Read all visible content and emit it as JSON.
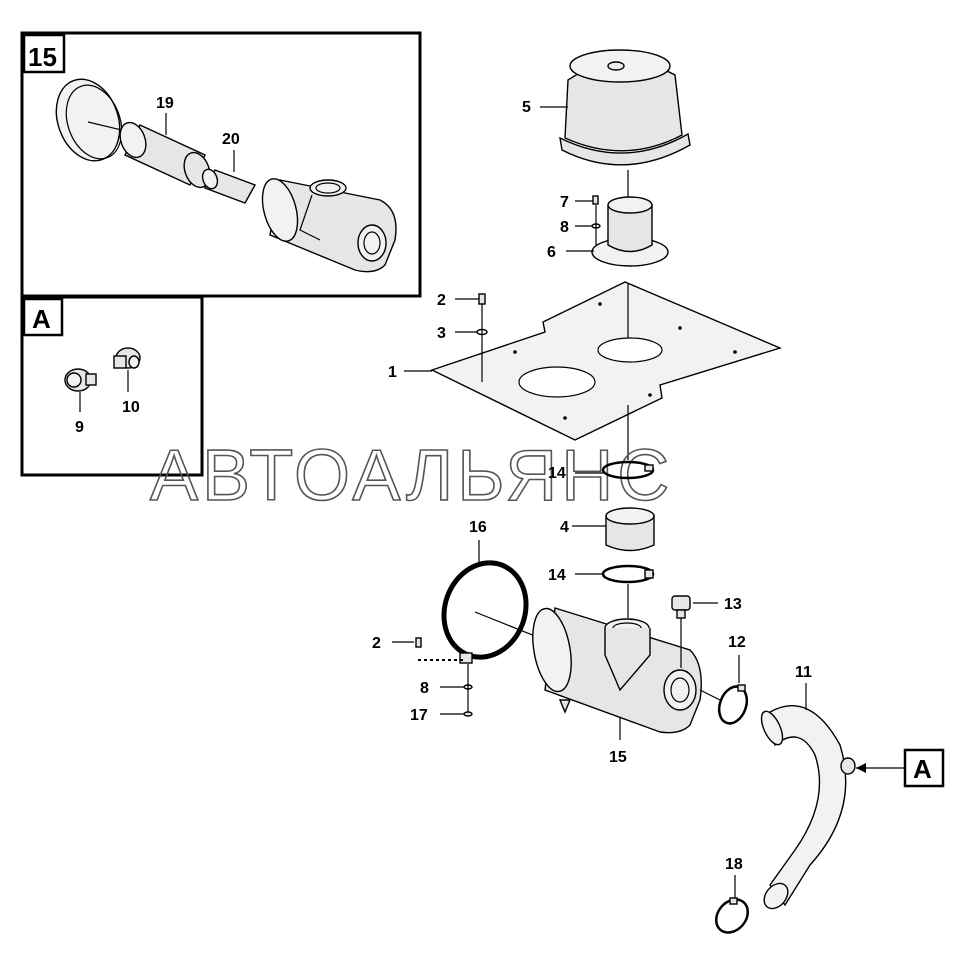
{
  "watermark": "АВТОАЛЬЯНС",
  "insets": {
    "inset_15": {
      "label": "15",
      "callouts": [
        "19",
        "20"
      ]
    },
    "inset_A": {
      "label": "A",
      "callouts": [
        "9",
        "10"
      ]
    }
  },
  "callouts": {
    "p1": "1",
    "p2_top": "2",
    "p2_bottom": "2",
    "p3": "3",
    "p4": "4",
    "p5": "5",
    "p6": "6",
    "p7": "7",
    "p8_top": "8",
    "p8_bottom": "8",
    "p11": "11",
    "p12": "12",
    "p13": "13",
    "p14_top": "14",
    "p14_bottom": "14",
    "p15": "15",
    "p16": "16",
    "p17": "17",
    "p18": "18"
  },
  "reference_box": "A"
}
